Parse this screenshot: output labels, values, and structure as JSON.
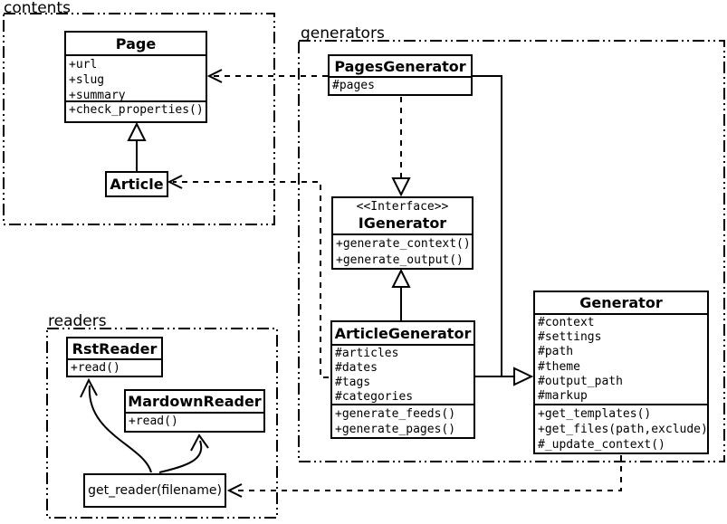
{
  "packages": {
    "contents": {
      "label": "contents"
    },
    "generators": {
      "label": "generators"
    },
    "readers": {
      "label": "readers"
    }
  },
  "classes": {
    "page": {
      "title": "Page",
      "attributes": [
        "+url",
        "+slug",
        "+summary"
      ],
      "methods": [
        "+check_properties()"
      ]
    },
    "article": {
      "title": "Article"
    },
    "pages_generator": {
      "title": "PagesGenerator",
      "attributes": [
        "#pages"
      ]
    },
    "igenerator": {
      "stereotype": "<<Interface>>",
      "title": "IGenerator",
      "methods": [
        "+generate_context()",
        "+generate_output()"
      ]
    },
    "article_generator": {
      "title": "ArticleGenerator",
      "attributes": [
        "#articles",
        "#dates",
        "#tags",
        "#categories"
      ],
      "methods": [
        "+generate_feeds()",
        "+generate_pages()"
      ]
    },
    "generator": {
      "title": "Generator",
      "attributes": [
        "#context",
        "#settings",
        "#path",
        "#theme",
        "#output_path",
        "#markup"
      ],
      "methods": [
        "+get_templates()",
        "+get_files(path,exclude)",
        "#_update_context()"
      ]
    },
    "rst_reader": {
      "title": "RstReader",
      "methods": [
        "+read()"
      ]
    },
    "mardown_reader": {
      "title": "MardownReader",
      "methods": [
        "+read()"
      ]
    }
  },
  "nodes": {
    "get_reader": {
      "label": "get_reader(filename)"
    }
  },
  "relationships": [
    {
      "from": "Article",
      "to": "Page",
      "type": "generalization",
      "line": "solid",
      "head": "hollow-triangle"
    },
    {
      "from": "PagesGenerator",
      "to": "Page",
      "type": "dependency",
      "line": "dashed",
      "head": "open-arrow"
    },
    {
      "from": "ArticleGenerator",
      "to": "Article",
      "type": "dependency",
      "line": "dashed",
      "head": "open-arrow"
    },
    {
      "from": "PagesGenerator",
      "to": "IGenerator",
      "type": "realization",
      "line": "dashed",
      "head": "hollow-triangle"
    },
    {
      "from": "ArticleGenerator",
      "to": "IGenerator",
      "type": "generalization",
      "line": "solid",
      "head": "hollow-triangle"
    },
    {
      "from": "PagesGenerator",
      "to": "Generator",
      "type": "generalization",
      "line": "solid",
      "head": "hollow-triangle"
    },
    {
      "from": "ArticleGenerator",
      "to": "Generator",
      "type": "generalization",
      "line": "solid",
      "head": "hollow-triangle"
    },
    {
      "from": "Generator",
      "to": "get_reader(filename)",
      "type": "dependency",
      "line": "dashed",
      "head": "open-arrow"
    },
    {
      "from": "get_reader(filename)",
      "to": "RstReader",
      "type": "call",
      "line": "solid-curve",
      "head": "open-arrow"
    },
    {
      "from": "get_reader(filename)",
      "to": "MardownReader",
      "type": "call",
      "line": "solid-curve",
      "head": "open-arrow"
    }
  ],
  "colors": {
    "stroke": "#000000",
    "background": "#ffffff"
  }
}
